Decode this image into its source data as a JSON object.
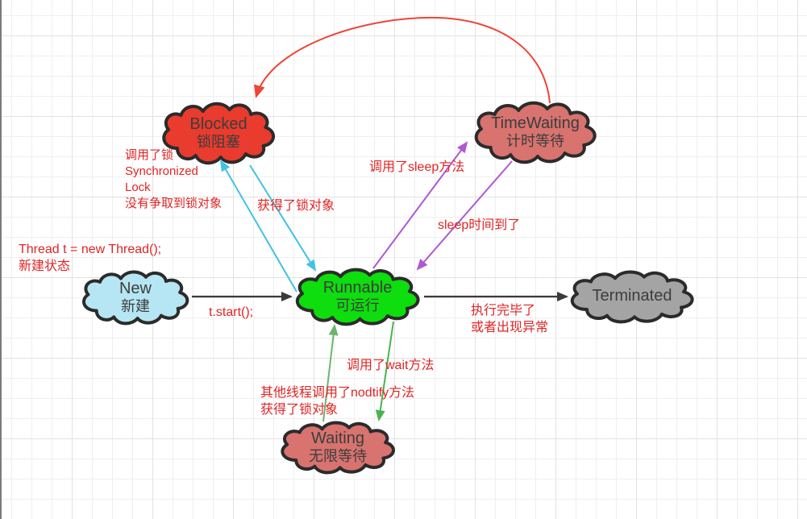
{
  "diagram_title": "Java thread state diagram",
  "nodes": {
    "new": {
      "title": "New",
      "subtitle": "新建",
      "fill": "#b6e6f3"
    },
    "runnable": {
      "title": "Runnable",
      "subtitle": "可运行",
      "fill": "#0edd0e"
    },
    "blocked": {
      "title": "Blocked",
      "subtitle": "锁阻塞",
      "fill": "#e93b2e"
    },
    "timewaiting": {
      "title": "TimeWaiting",
      "subtitle": "计时等待",
      "fill": "#d8736f"
    },
    "waiting": {
      "title": "Waiting",
      "subtitle": "无限等待",
      "fill": "#d8736f"
    },
    "terminated": {
      "title": "Terminated",
      "subtitle": "",
      "fill": "#a4a4a4"
    }
  },
  "labels": {
    "new_code": {
      "line1": "Thread t = new Thread();",
      "line2": "新建状态"
    },
    "blocked_reason": {
      "line1": "调用了锁",
      "line2": "Synchronized",
      "line3": "Lock",
      "line4": "没有争取到锁对象"
    },
    "got_lock": "获得了锁对象",
    "sleep_call": "调用了sleep方法",
    "sleep_done": "sleep时间到了",
    "t_start": "t.start();",
    "exec_done": {
      "line1": "执行完毕了",
      "line2": "或者出现异常"
    },
    "wait_call": "调用了wait方法",
    "notify": {
      "line1": "其他线程调用了nodtify方法",
      "line2": "获得了锁对象"
    }
  },
  "edge_colors": {
    "black": "#3a3a3a",
    "cyan": "#41c2e6",
    "purple": "#ae58d2",
    "green_wait": "#49b34f",
    "green_notify": "#6cb56c",
    "red_arc": "#ef4437"
  },
  "label_color": "#e02424",
  "outline_color": "#2b2b2b"
}
